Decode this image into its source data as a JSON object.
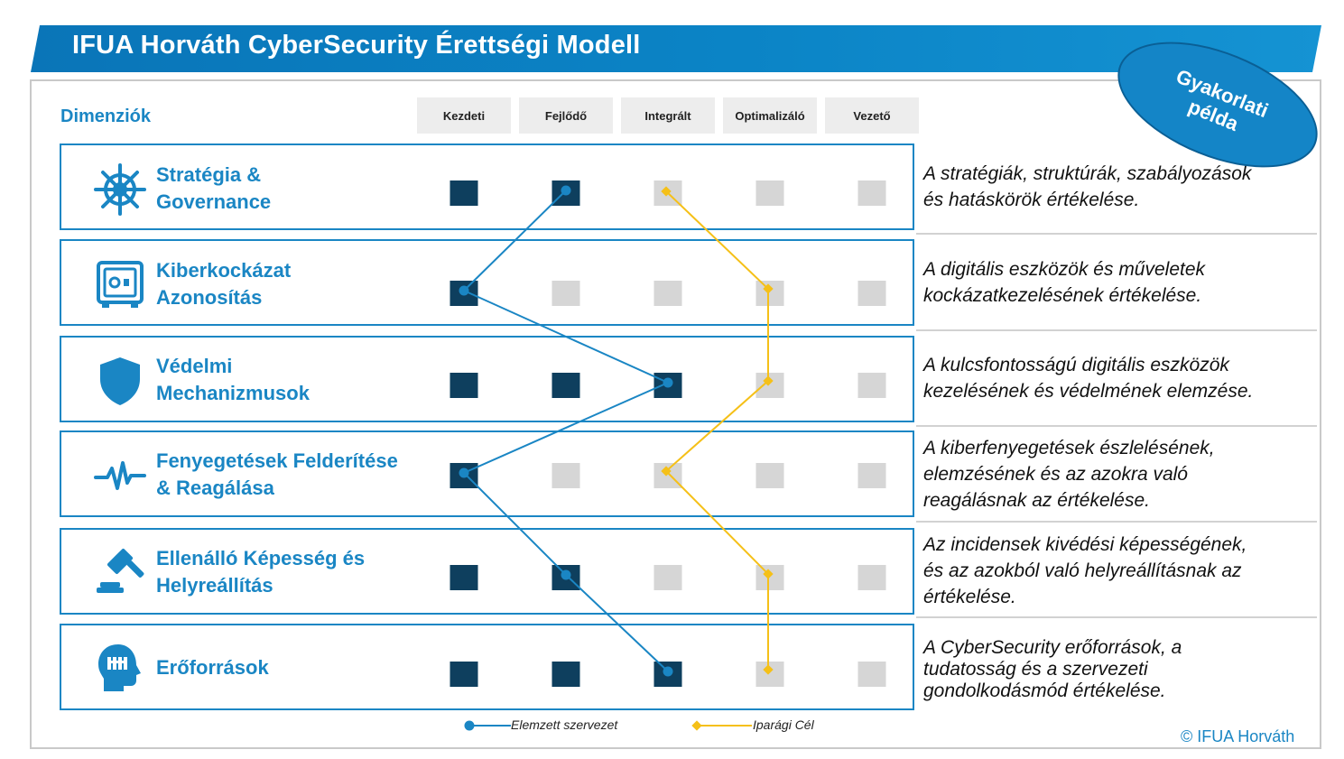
{
  "title": "IFUA Horváth CyberSecurity Érettségi Modell",
  "badge": {
    "line1": "Gyakorlati",
    "line2": "példa"
  },
  "dimensions_label": "Dimenziók",
  "levels": [
    "Kezdeti",
    "Fejlődő",
    "Integrált",
    "Optimalizáló",
    "Vezető"
  ],
  "colors": {
    "accent": "#1a86c4",
    "filled_square": "#0e3f5e",
    "empty_square": "#d6d6d6",
    "analyzed_line": "#1a86c4",
    "target_line": "#f5c018"
  },
  "rows": [
    {
      "title_line1": "Stratégia &",
      "title_line2": "Governance",
      "icon": "ship-wheel-icon",
      "desc": [
        "A stratégiák, struktúrák, szabályozások",
        "és hatáskörök értékelése."
      ],
      "analyzed_level": 2,
      "target_level": 3
    },
    {
      "title_line1": "Kiberkockázat",
      "title_line2": "Azonosítás",
      "icon": "safe-icon",
      "desc": [
        "A digitális eszközök és műveletek",
        "kockázatkezelésének értékelése."
      ],
      "analyzed_level": 1,
      "target_level": 4
    },
    {
      "title_line1": "Védelmi",
      "title_line2": "Mechanizmusok",
      "icon": "shield-icon",
      "desc": [
        "A kulcsfontosságú digitális eszközök",
        "kezelésének és védelmének elemzése."
      ],
      "analyzed_level": 3,
      "target_level": 4
    },
    {
      "title_line1": "Fenyegetések Felderítése",
      "title_line2": "& Reagálása",
      "icon": "heartbeat-icon",
      "desc": [
        "A kiberfenyegetések észlelésének,",
        "elemzésének és az azokra való",
        "reagálásnak az értékelése."
      ],
      "analyzed_level": 1,
      "target_level": 3
    },
    {
      "title_line1": "Ellenálló Képesség és",
      "title_line2": "Helyreállítás",
      "icon": "gavel-icon",
      "desc": [
        "Az incidensek kivédési képességének,",
        "és az azokból való helyreállításnak az",
        "értékelése."
      ],
      "analyzed_level": 2,
      "target_level": 4
    },
    {
      "title_line1": "Erőforrások",
      "title_line2": "",
      "icon": "head-brain-icon",
      "desc": [
        "A CyberSecurity erőforrások, a",
        "tudatosság és a szervezeti",
        "gondolkodásmód értékelése."
      ],
      "analyzed_level": 3,
      "target_level": 4
    }
  ],
  "legend": {
    "analyzed": "Elemzett szervezet",
    "target": "Iparági Cél"
  },
  "copyright": "© IFUA Horváth"
}
